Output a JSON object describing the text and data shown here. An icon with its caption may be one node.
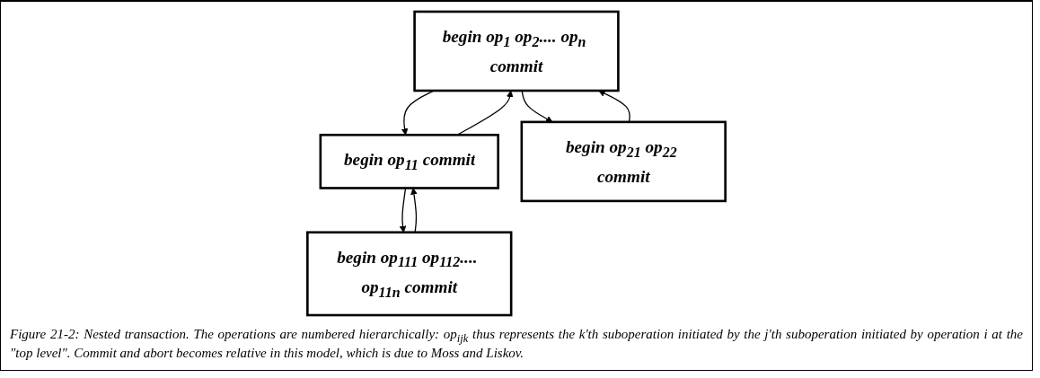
{
  "diagram": {
    "caption": "Figure 21-2: Nested transaction.  The operations are numbered hierarchically: op$_{ijk}$ thus represents the k'th suboperation initiated by the j'th suboperation initiated by operation i at the \"top level\".  Commit and abort becomes relative in this model, which is due to Moss and Liskov.",
    "nodes": [
      {
        "text": [
          "begin op$_{1}$ op$_{2}$.... op$_{n}$ commit"
        ]
      },
      {
        "text": [
          "begin op$_{11}$ commit"
        ]
      },
      {
        "text": [
          "begin op$_{21}$ op$_{22}$ commit"
        ]
      },
      {
        "text": [
          "begin op$_{111}$ op$_{112}$.... op$_{11n}$ commit"
        ]
      }
    ],
    "edges": [
      {
        "from": 0,
        "to": 1,
        "arrow": "to"
      },
      {
        "from": 1,
        "to": 0,
        "arrow": "to"
      },
      {
        "from": 0,
        "to": 2,
        "arrow": "to"
      },
      {
        "from": 2,
        "to": 0,
        "arrow": "to"
      },
      {
        "from": 1,
        "to": 3,
        "arrow": "to"
      },
      {
        "from": 3,
        "to": 1,
        "arrow": "to"
      }
    ]
  }
}
